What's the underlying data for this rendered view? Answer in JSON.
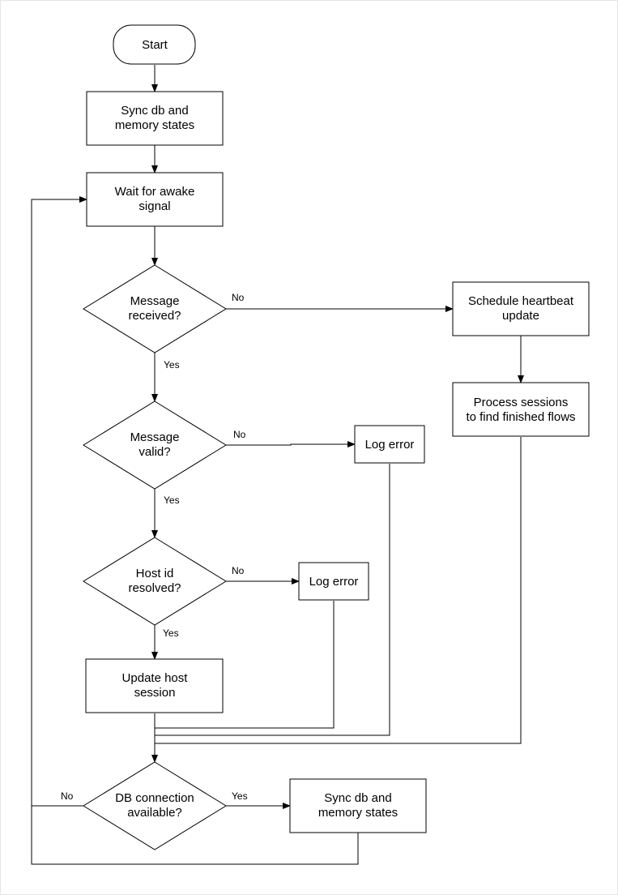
{
  "diagram": {
    "type": "flowchart",
    "nodes": {
      "start": {
        "shape": "terminator",
        "lines": [
          "Start"
        ]
      },
      "sync1": {
        "shape": "process",
        "lines": [
          "Sync db and",
          "memory states"
        ]
      },
      "wait": {
        "shape": "process",
        "lines": [
          "Wait for awake",
          "signal"
        ]
      },
      "msg_received": {
        "shape": "decision",
        "lines": [
          "Message",
          "received?"
        ]
      },
      "heartbeat": {
        "shape": "process",
        "lines": [
          "Schedule heartbeat",
          "update"
        ]
      },
      "process_sessions": {
        "shape": "process",
        "lines": [
          "Process sessions",
          "to find finished flows"
        ]
      },
      "msg_valid": {
        "shape": "decision",
        "lines": [
          "Message",
          "valid?"
        ]
      },
      "log_error_1": {
        "shape": "process",
        "lines": [
          "Log error"
        ]
      },
      "host_resolved": {
        "shape": "decision",
        "lines": [
          "Host id",
          "resolved?"
        ]
      },
      "log_error_2": {
        "shape": "process",
        "lines": [
          "Log error"
        ]
      },
      "update_host": {
        "shape": "process",
        "lines": [
          "Update host",
          "session"
        ]
      },
      "db_available": {
        "shape": "decision",
        "lines": [
          "DB connection",
          "available?"
        ]
      },
      "sync2": {
        "shape": "process",
        "lines": [
          "Sync db and",
          "memory states"
        ]
      }
    },
    "edges": {
      "start_sync1": {
        "from": "start",
        "to": "sync1",
        "label": ""
      },
      "sync1_wait": {
        "from": "sync1",
        "to": "wait",
        "label": ""
      },
      "wait_received": {
        "from": "wait",
        "to": "msg_received",
        "label": ""
      },
      "received_no": {
        "from": "msg_received",
        "to": "heartbeat",
        "label": "No"
      },
      "heartbeat_process": {
        "from": "heartbeat",
        "to": "process_sessions",
        "label": ""
      },
      "received_yes": {
        "from": "msg_received",
        "to": "msg_valid",
        "label": "Yes"
      },
      "valid_no": {
        "from": "msg_valid",
        "to": "log_error_1",
        "label": "No"
      },
      "valid_yes": {
        "from": "msg_valid",
        "to": "host_resolved",
        "label": "Yes"
      },
      "host_no": {
        "from": "host_resolved",
        "to": "log_error_2",
        "label": "No"
      },
      "host_yes": {
        "from": "host_resolved",
        "to": "update_host",
        "label": "Yes"
      },
      "update_db": {
        "from": "update_host",
        "to": "db_available",
        "label": ""
      },
      "log2_db": {
        "from": "log_error_2",
        "to": "db_available",
        "label": ""
      },
      "log1_db": {
        "from": "log_error_1",
        "to": "db_available",
        "label": ""
      },
      "process_db": {
        "from": "process_sessions",
        "to": "db_available",
        "label": ""
      },
      "db_yes": {
        "from": "db_available",
        "to": "sync2",
        "label": "Yes"
      },
      "db_no": {
        "from": "db_available",
        "to": "wait",
        "label": "No"
      },
      "sync2_wait": {
        "from": "sync2",
        "to": "wait",
        "label": ""
      }
    }
  }
}
